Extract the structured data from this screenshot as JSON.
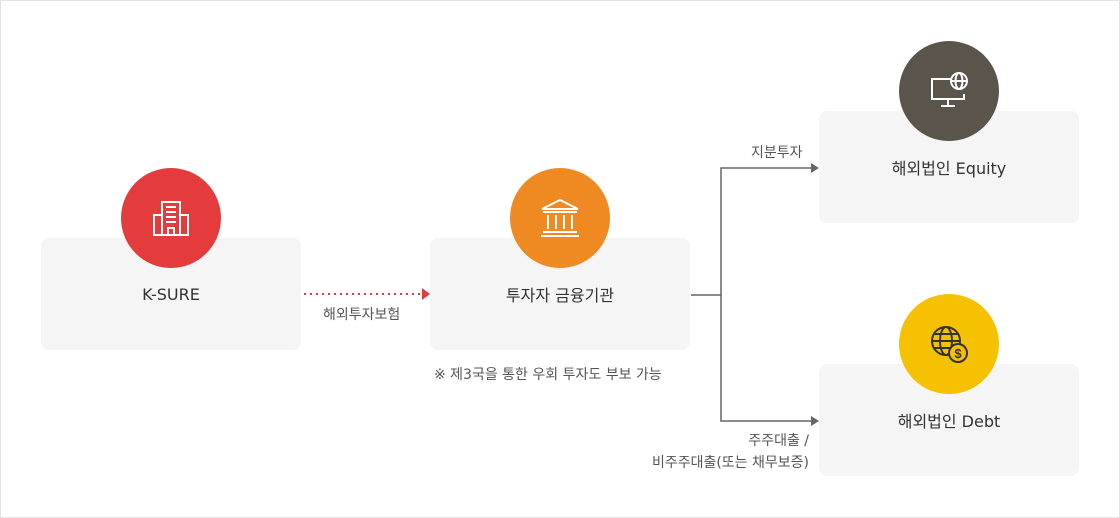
{
  "nodes": {
    "ksure": {
      "label": "K-SURE",
      "color": "#e43c3c",
      "icon": "building-icon"
    },
    "financial_institution": {
      "label": "투자자 금융기관",
      "color": "#ef8a22",
      "icon": "bank-icon"
    },
    "equity": {
      "label": "해외법인 Equity",
      "color": "#5a544b",
      "icon": "monitor-globe-icon"
    },
    "debt": {
      "label": "해외법인 Debt",
      "color": "#f6c100",
      "icon": "globe-dollar-icon"
    }
  },
  "edges": {
    "insurance_label": "해외투자보험",
    "equity_label": "지분투자",
    "debt_label_line1": "주주대출 /",
    "debt_label_line2": "비주주대출(또는 채무보증)"
  },
  "note": "※ 제3국을 통한 우회 투자도 부보 가능",
  "colors": {
    "box_background": "#f5f5f5",
    "line": "#666666",
    "dotted_arrow": "#e43c3c"
  }
}
